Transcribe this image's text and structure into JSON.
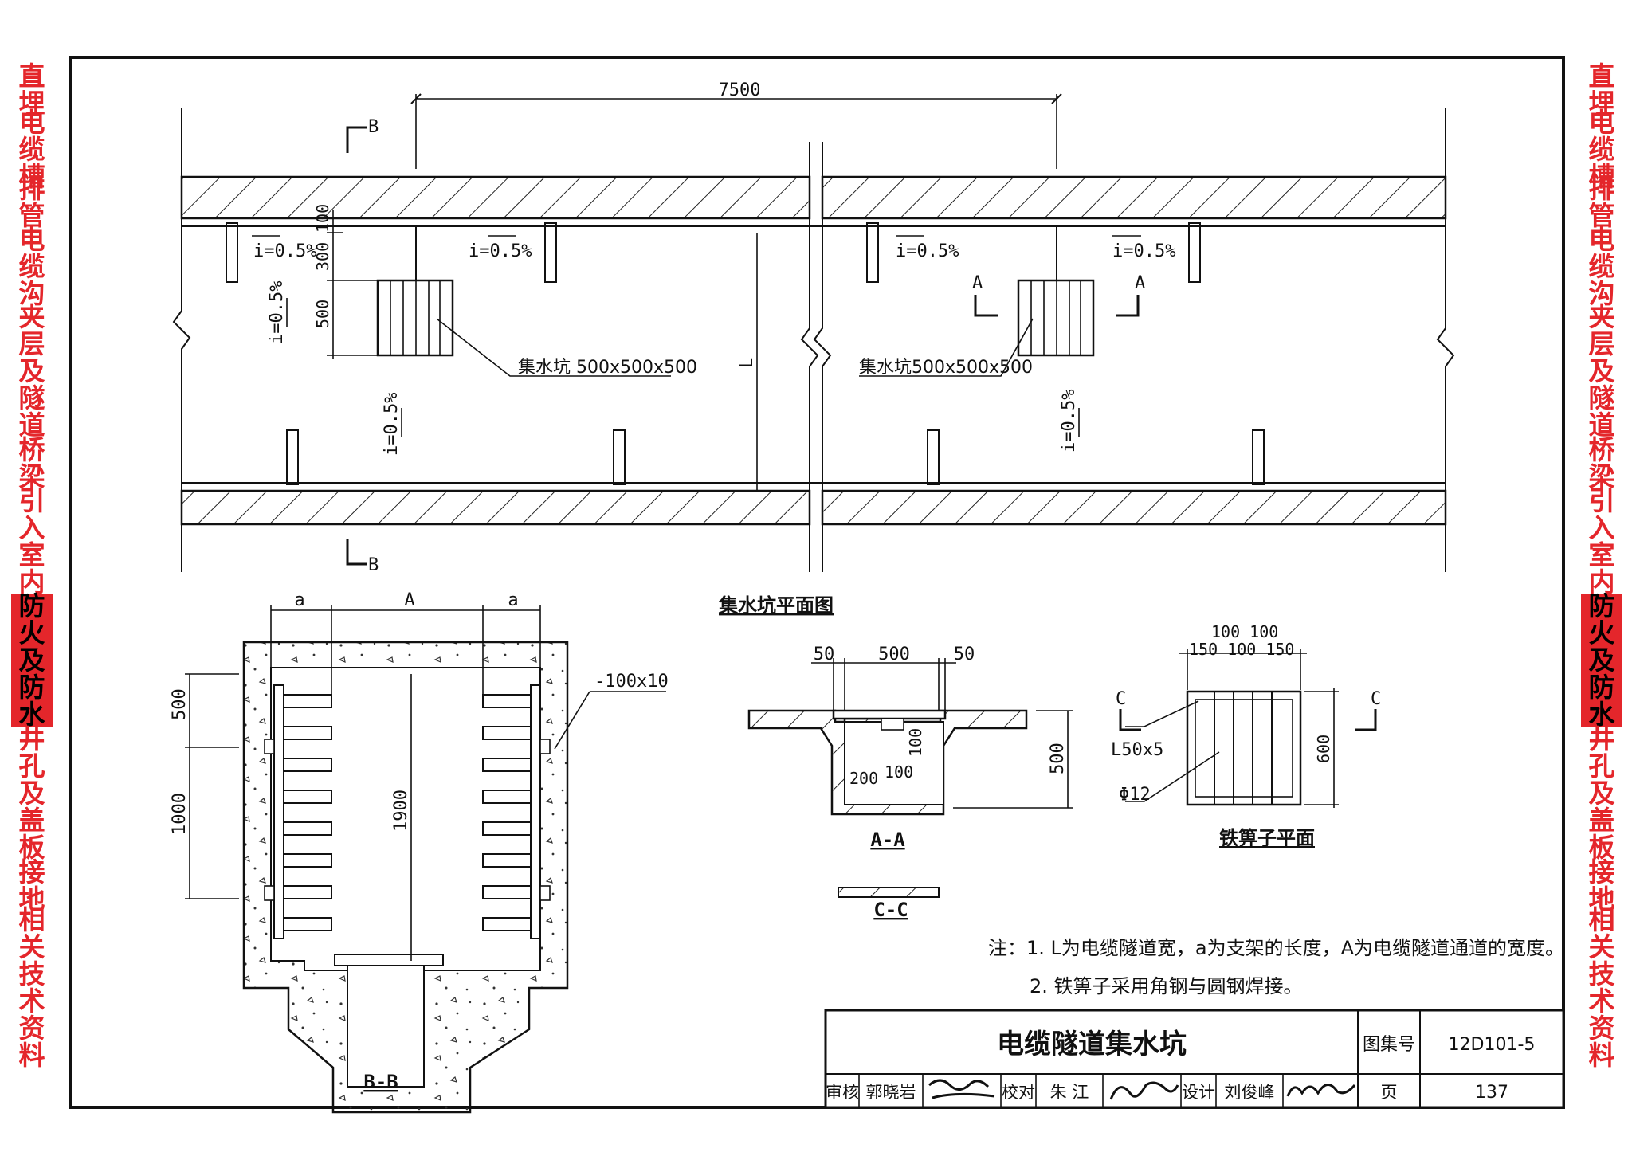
{
  "side_tabs": [
    {
      "label": "直埋",
      "active": false
    },
    {
      "label": "电缆槽",
      "active": false
    },
    {
      "label": "排管",
      "active": false
    },
    {
      "label": "电缆沟",
      "active": false
    },
    {
      "label": "夹层及隧道",
      "active": false
    },
    {
      "label": "桥梁",
      "active": false
    },
    {
      "label": "引入室内",
      "active": false
    },
    {
      "label": "防火及防水",
      "active": true
    },
    {
      "label": "井孔及盖板",
      "active": false
    },
    {
      "label": "接地",
      "active": false
    },
    {
      "label": "相关技术资料",
      "active": false
    }
  ],
  "plan": {
    "dim_length": "7500",
    "section_mark": "B",
    "slope": "i=0.5%",
    "dim_100": "100",
    "dim_300": "300",
    "dim_500": "500",
    "dim_L": "L",
    "sump_left": "集水坑  500x500x500",
    "sump_right": "集水坑500x500x500",
    "aa_mark": "A"
  },
  "section_bb": {
    "dim_a": "a",
    "dim_A": "A",
    "dim_500": "500",
    "dim_1000": "1000",
    "dim_1900": "1900",
    "plate": "-100x10",
    "caption": "B-B"
  },
  "sump_plan_title": "集水坑平面图",
  "section_aa": {
    "dim_50a": "50",
    "dim_500": "500",
    "dim_50b": "50",
    "dim_100": "100",
    "dim_200": "200",
    "dim_100b": "100",
    "dim_500v": "500",
    "caption": "A-A"
  },
  "grate": {
    "top1": "100  100",
    "top2": "150  100  150",
    "angle": "L50x5",
    "rod": "Φ12",
    "dim_600": "600",
    "c_mark": "C",
    "caption": "铁箅子平面"
  },
  "section_cc": {
    "caption": "C-C"
  },
  "notes": {
    "line1": "注：1. L为电缆隧道宽，a为支架的长度，A为电缆隧道通道的宽度。",
    "line2": "2. 铁箅子采用角钢与圆钢焊接。"
  },
  "title_block": {
    "title": "电缆隧道集水坑",
    "atlas_label": "图集号",
    "atlas_no": "12D101-5",
    "review_label": "审核",
    "reviewer": "郭晓岩",
    "check_label": "校对",
    "checker": "朱  江",
    "design_label": "设计",
    "designer": "刘俊峰",
    "page_label": "页",
    "page_no": "137"
  }
}
